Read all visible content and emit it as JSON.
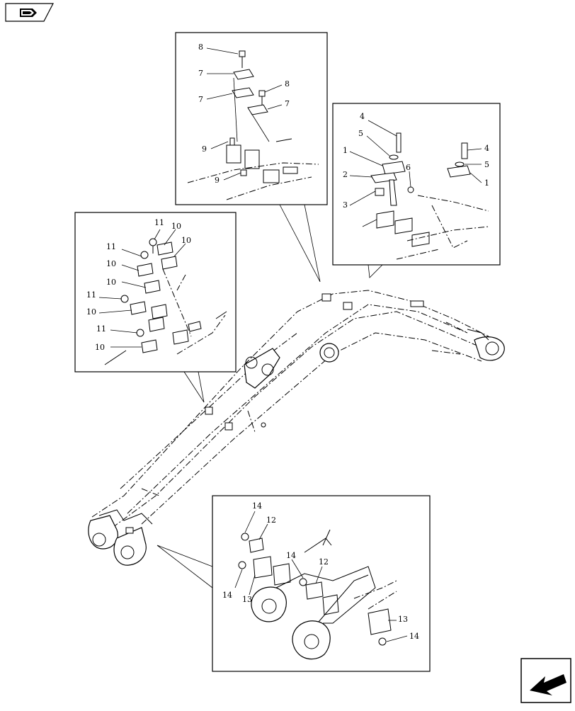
{
  "nav": {
    "book_icon": "open-book-icon",
    "next_icon": "arrow-next-icon"
  },
  "insets": {
    "top_center": {
      "callouts": [
        "8",
        "7",
        "7",
        "8",
        "7",
        "9",
        "9"
      ]
    },
    "top_right": {
      "callouts": [
        "4",
        "5",
        "1",
        "2",
        "3",
        "6",
        "4",
        "5",
        "1"
      ]
    },
    "left": {
      "callouts": [
        "11",
        "10",
        "11",
        "10",
        "10",
        "10",
        "11",
        "10",
        "11",
        "10"
      ]
    },
    "bottom": {
      "callouts": [
        "14",
        "12",
        "14",
        "12",
        "14",
        "13",
        "13",
        "14"
      ]
    }
  }
}
